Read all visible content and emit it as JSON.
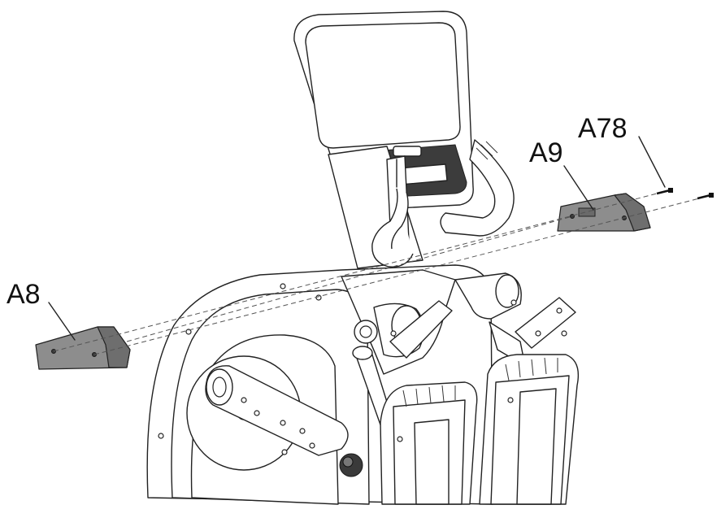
{
  "callouts": {
    "a8": "A8",
    "a9": "A9",
    "a78": "A78"
  },
  "colors": {
    "line": "#222222",
    "part_fill": "#8d8d8d",
    "background": "#ffffff"
  }
}
